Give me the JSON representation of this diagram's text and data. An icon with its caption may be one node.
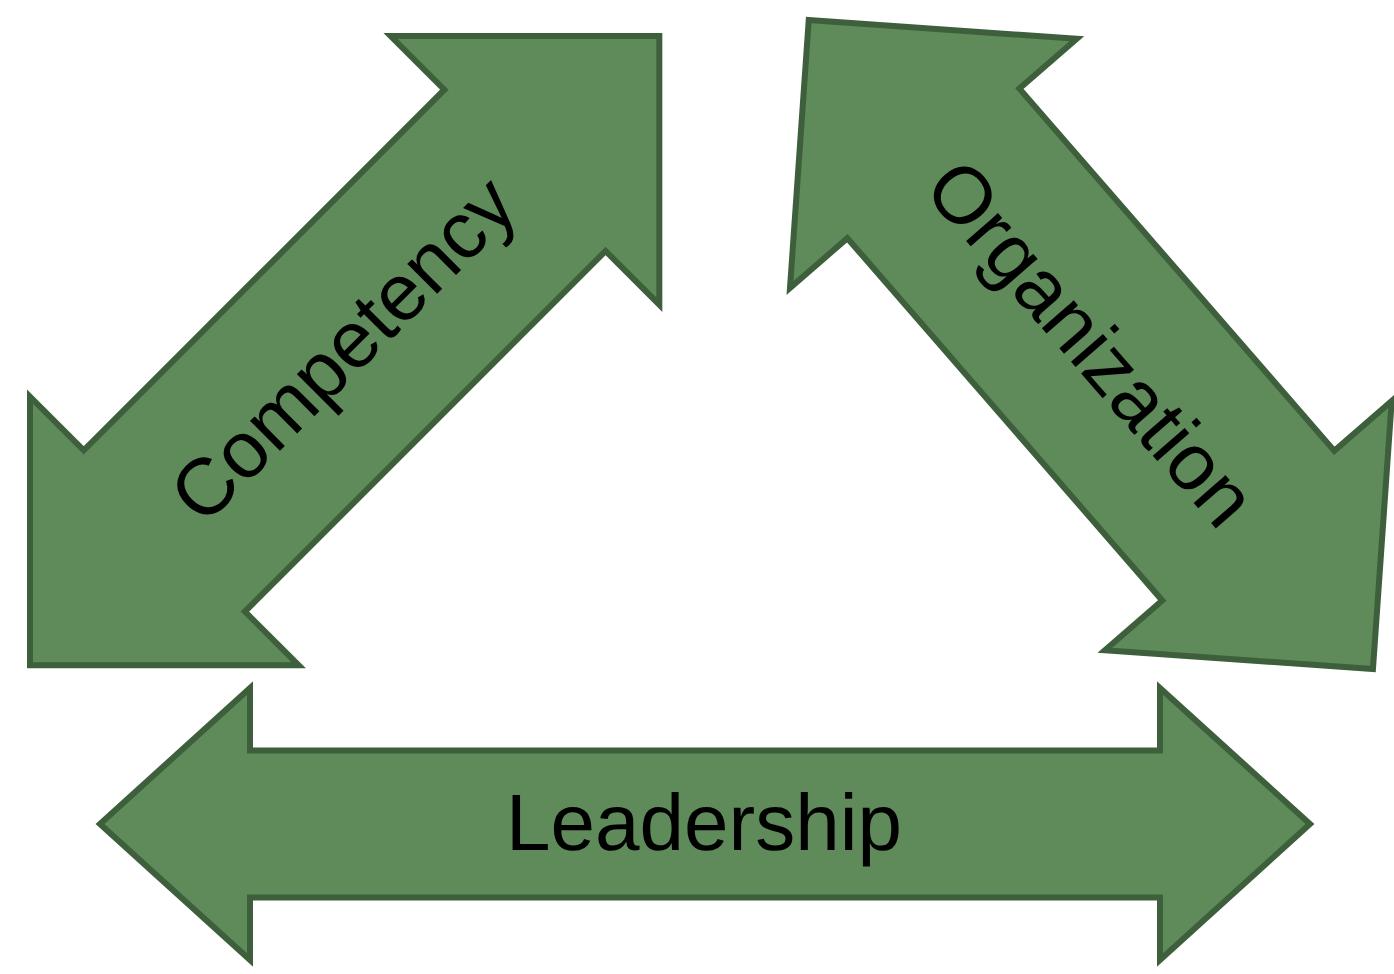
{
  "diagram": {
    "nodes": [
      {
        "text": [
          "Competency"
        ]
      },
      {
        "text": [
          "Organization"
        ]
      },
      {
        "text": [
          "Leadership"
        ]
      }
    ]
  }
}
